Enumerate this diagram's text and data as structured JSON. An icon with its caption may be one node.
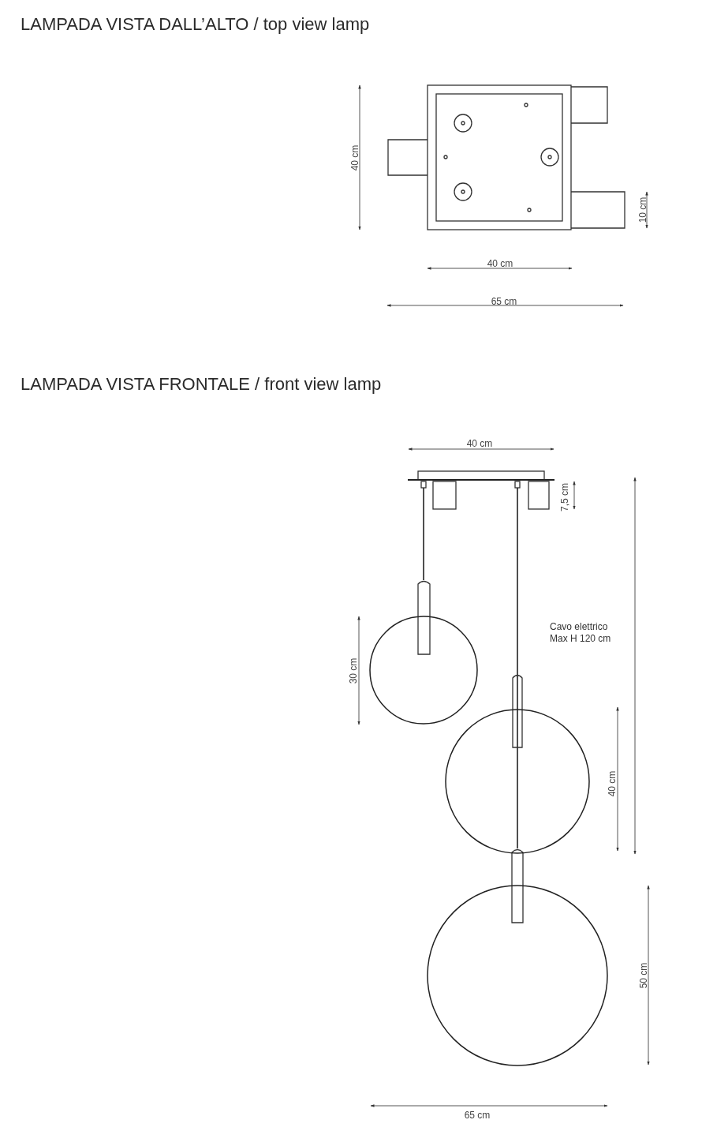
{
  "diagram": {
    "labels": [
      "LAMPADA VISTA DALL’ALTO / top view lamp",
      "40 cm",
      "10 cm",
      "40 cm",
      "65 cm",
      "LAMPADA VISTA FRONTALE / front view lamp",
      "40 cm",
      "7,5 cm",
      "Cavo elettrico Max H 120 cm",
      "30 cm",
      "40 cm",
      "50 cm",
      "65 cm"
    ]
  }
}
